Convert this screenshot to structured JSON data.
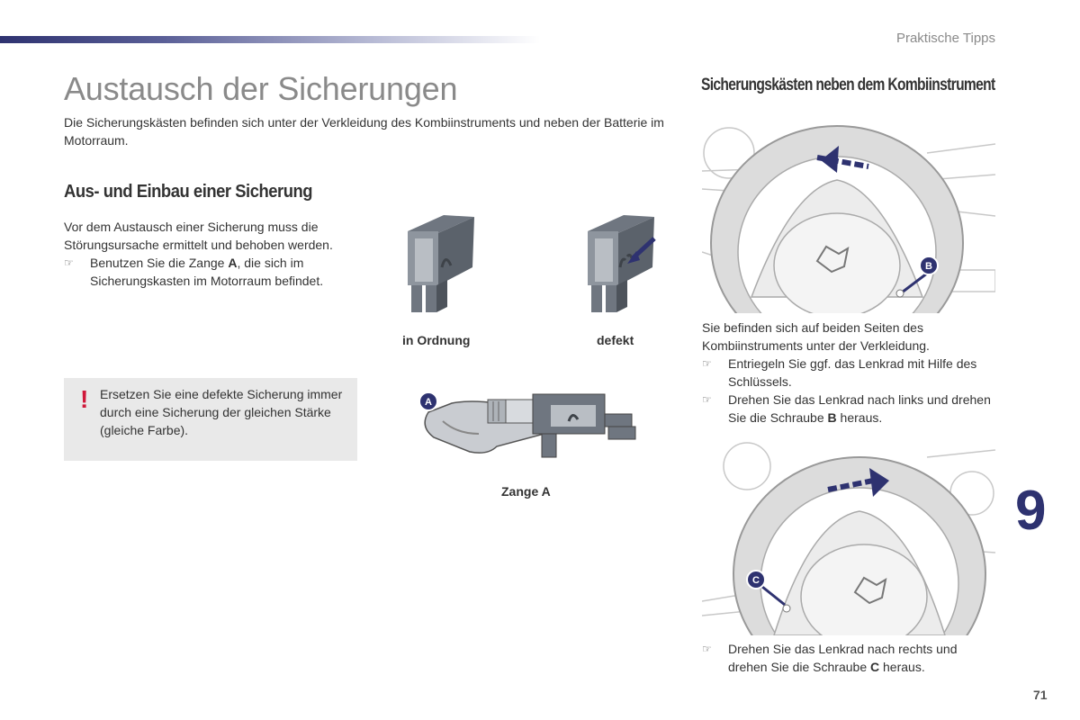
{
  "header": {
    "section": "Praktische Tipps"
  },
  "title": "Austausch der Sicherungen",
  "intro": "Die Sicherungskästen befinden sich unter der Verkleidung des Kombiinstruments und neben der Batterie im Motorraum.",
  "left": {
    "heading": "Aus- und Einbau einer Sicherung",
    "para": "Vor dem Austausch einer Sicherung muss die Störungsursache ermittelt und behoben werden.",
    "bullet_marker": "☞",
    "bullet_before": "Benutzen Sie die Zange ",
    "bullet_bold": "A",
    "bullet_after": ", die sich im Sicherungskasten im Motorraum befindet."
  },
  "warning": {
    "symbol": "!",
    "text": "Ersetzen Sie eine defekte Sicherung immer durch eine Sicherung der gleichen Stärke (gleiche Farbe)."
  },
  "fuses": {
    "good_label": "in Ordnung",
    "bad_label": "defekt"
  },
  "pliers": {
    "badge": "A",
    "label": "Zange A"
  },
  "right": {
    "heading": "Sicherungskästen neben dem Kombiinstrument",
    "badge_b": "B",
    "badge_c": "C",
    "para": "Sie befinden sich auf beiden Seiten des Kombiinstruments unter der Verkleidung.",
    "bullet_marker": "☞",
    "bullet1": "Entriegeln Sie ggf. das Lenkrad mit Hilfe des Schlüssels.",
    "bullet2_before": "Drehen Sie das Lenkrad nach links und drehen Sie die Schraube ",
    "bullet2_bold": "B",
    "bullet2_after": " heraus.",
    "bullet3_before": "Drehen Sie das Lenkrad nach rechts und drehen Sie die Schraube ",
    "bullet3_bold": "C",
    "bullet3_after": " heraus."
  },
  "chapter_number": "9",
  "page_number": "71"
}
